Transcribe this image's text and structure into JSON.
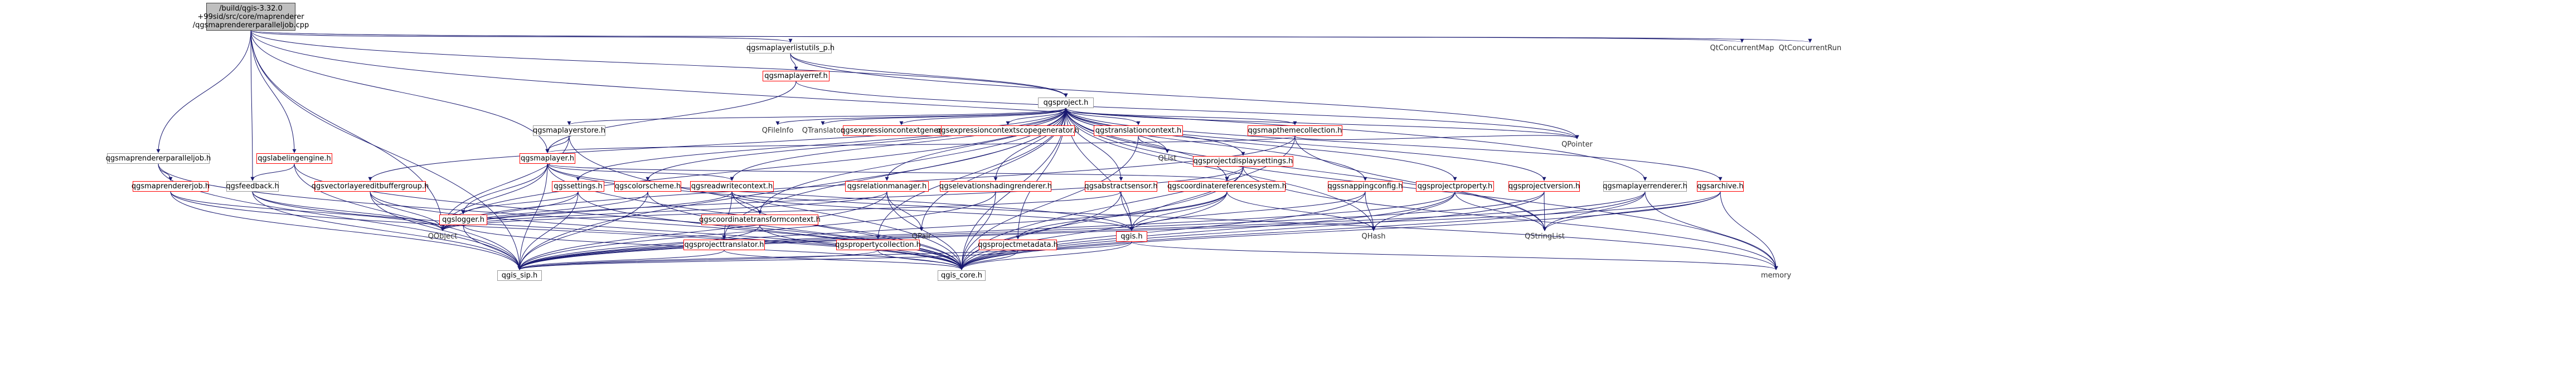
{
  "colors": {
    "edge": "#191970",
    "node_border": "#999999",
    "missing_border": "#ff0000",
    "root_fill": "#bfbfbf"
  },
  "root": {
    "lines": [
      "/build/qgis-3.32.0",
      "+99sid/src/core/maprenderer",
      "/qgsmaprendererparalleljob.cpp"
    ]
  },
  "nodes": {
    "qgsmaplayerlistutils_p": "qgsmaplayerlistutils_p.h",
    "qgsmaplayerref": "qgsmaplayerref.h",
    "qgsproject": "qgsproject.h",
    "qtconcurrentmap": "QtConcurrentMap",
    "qtconcurrentrun": "QtConcurrentRun",
    "qgsmaplayerstore": "qgsmaplayerstore.h",
    "qfileinfo": "QFileInfo",
    "qtranslator": "QTranslator",
    "qgsexpressioncontextgenerator": "qgsexpressioncontextgenerator.h",
    "qgsexpressioncontextscopegenerator": "qgsexpressioncontextscopegenerator.h",
    "qgstranslationcontext": "qgstranslationcontext.h",
    "qgsmapthemecollection": "qgsmapthemecollection.h",
    "qpointer": "QPointer",
    "qlist": "QList",
    "qgsmaprendererparalleljob": "qgsmaprendererparalleljob.h",
    "qgslabelingengine": "qgslabelingengine.h",
    "qgsmaplayer": "qgsmaplayer.h",
    "qgsprojectdisplaysettings": "qgsprojectdisplaysettings.h",
    "qgsmaprendererjob": "qgsmaprendererjob.h",
    "qgsfeedback": "qgsfeedback.h",
    "qgsvectorlayereditbuffergroup": "qgsvectorlayereditbuffergroup.h",
    "qgssettings": "qgssettings.h",
    "qgscolorscheme": "qgscolorscheme.h",
    "qgsreadwritecontext": "qgsreadwritecontext.h",
    "qgsrelationmanager": "qgsrelationmanager.h",
    "qgselevationshadingrenderer": "qgselevationshadingrenderer.h",
    "qgsabstractsensor": "qgsabstractsensor.h",
    "qgscoordinatereferencesystem": "qgscoordinatereferencesystem.h",
    "qgssnappingconfig": "qgssnappingconfig.h",
    "qgsprojectproperty": "qgsprojectproperty.h",
    "qgsprojectversion": "qgsprojectversion.h",
    "qgsmaplayerrenderer": "qgsmaplayerrenderer.h",
    "qgsarchive": "qgsarchive.h",
    "qgslogger": "qgslogger.h",
    "qobject": "QObject",
    "qgsprojecttranslator": "qgsprojecttranslator.h",
    "qgscoordinatetransformcontext": "qgscoordinatetransformcontext.h",
    "qgspropertycollection": "qgspropertycollection.h",
    "qpair": "QPair",
    "qgsprojectmetadata": "qgsprojectmetadata.h",
    "qgis_h": "qgis.h",
    "qhash": "QHash",
    "qstringlist": "QStringList",
    "qgis_sip": "qgis_sip.h",
    "qgis_core": "qgis_core.h",
    "memory": "memory"
  }
}
